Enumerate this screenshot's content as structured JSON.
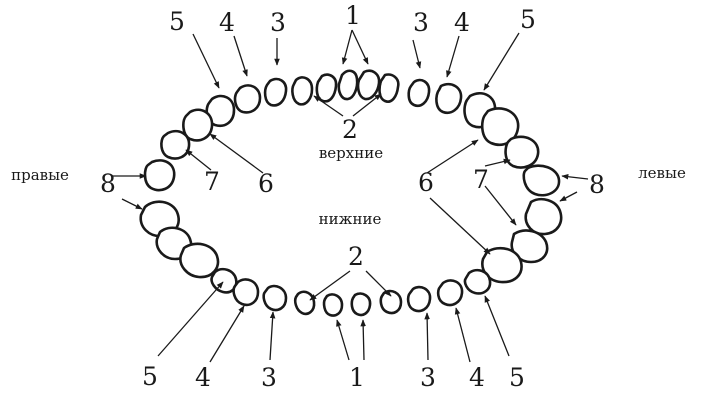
{
  "labels": {
    "right_side": "правые",
    "left_side": "левые",
    "upper_jaw": "верхние",
    "lower_jaw": "нижние"
  },
  "numbers": {
    "n1": "1",
    "n2": "2",
    "n3": "3",
    "n4": "4",
    "n5": "5",
    "n6": "6",
    "n7": "7",
    "n8": "8"
  },
  "colors": {
    "ink": "#1a1a1a",
    "paper": "#ffffff"
  }
}
